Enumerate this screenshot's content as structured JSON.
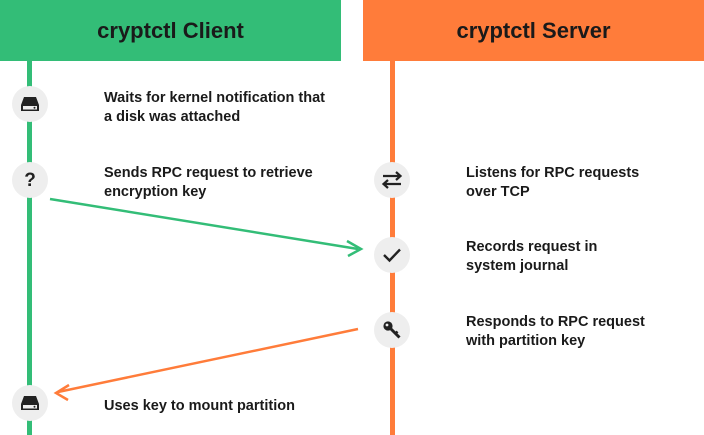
{
  "header": {
    "client": "cryptctl Client",
    "server": "cryptctl Server"
  },
  "colors": {
    "client": "#33bd77",
    "server": "#ff7c3a",
    "icon_bg": "#eeeeee"
  },
  "client_steps": [
    {
      "icon": "disk-drive-icon",
      "lines": [
        "Waits for kernel notification that",
        "a disk was attached"
      ]
    },
    {
      "icon": "question-mark-icon",
      "lines": [
        "Sends RPC request to retrieve",
        "encryption key"
      ]
    },
    {
      "icon": "disk-drive-icon",
      "lines": [
        "Uses key to mount partition"
      ]
    }
  ],
  "server_steps": [
    {
      "icon": "exchange-arrows-icon",
      "lines": [
        "Listens for RPC requests",
        "over TCP"
      ]
    },
    {
      "icon": "checkmark-icon",
      "lines": [
        "Records request in",
        "system journal"
      ]
    },
    {
      "icon": "key-icon",
      "lines": [
        "Responds to RPC request",
        "with partition key"
      ]
    }
  ]
}
